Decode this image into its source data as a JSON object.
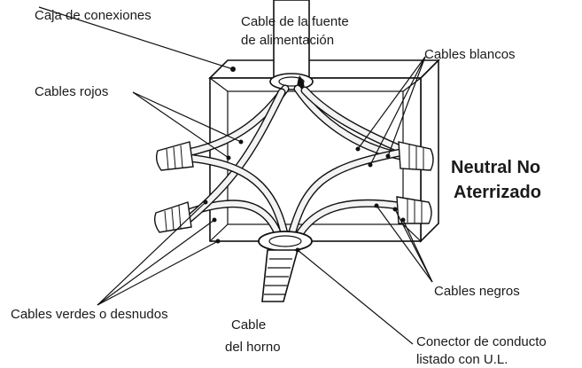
{
  "labels": {
    "junction_box": "Caja de conexiones",
    "power_cable_line1": "Cable de la fuente",
    "power_cable_line2": "de alimentación",
    "white_wires": "Cables blancos",
    "red_wires": "Cables rojos",
    "neutral_line1": "Neutral No",
    "neutral_line2": "Aterrizado",
    "black_wires": "Cables negros",
    "green_wires": "Cables verdes o desnudos",
    "oven_cable_line1": "Cable",
    "oven_cable_line2": "del horno",
    "conduit_line1": "Conector de conducto",
    "conduit_line2": "listado con U.L."
  }
}
